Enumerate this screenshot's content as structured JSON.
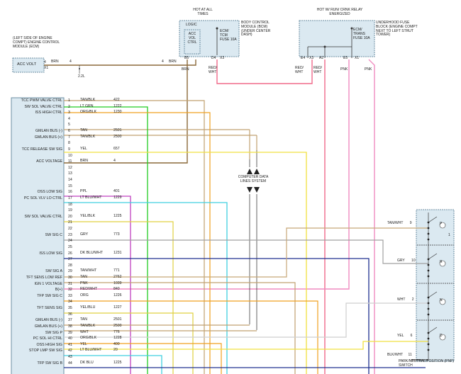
{
  "ecm_side": {
    "title": "(LEFT SIDE OF ENGINE COMPT) ENGINE CONTROL MODULE (ECM)",
    "acc_volt": "ACC VOLT",
    "pin": "X1",
    "pin_num": "4",
    "wire_color": "BRN",
    "wire_circuit": "4"
  },
  "bcm": {
    "hot_label": "HOT AT ALL TIMES",
    "title": "BODY CONTROL MODULE (BCM) (UNDER CENTER DASH)",
    "logic": "LOGIC",
    "inner": "ACC VOL CTRL",
    "fuse": "ECM/ TCM FUSE 10A",
    "pin_b": "B5",
    "pin_d": "D4",
    "conn": "X3",
    "wire_left": "BRN",
    "wire_right": "RED/ WHT",
    "splice": "2.2L",
    "brn_label": "BRN",
    "circuit": "4"
  },
  "ufb": {
    "hot_label": "HOT W/ RUN/ CRNK RELAY ENERGIZED",
    "title": "UNDERHOOD FUSE BLOCK (ENGINE COMPT NEXT TO LEFT STRUT TOWER)",
    "fuse": "ECM/ TRANS FUSE 10A",
    "pins": [
      "E4",
      "X3",
      "A2",
      "E5",
      "X1"
    ],
    "wires": [
      "RED/ WHT",
      "RED/ WHT",
      "PNK",
      "PNK"
    ]
  },
  "computer_data": "COMPUTER DATA LINES SYSTEM",
  "tcm_pins": [
    {
      "n": "1",
      "label": "TCC PWM VALVE CTRL",
      "wire": "TAN/BLK",
      "circ": "422"
    },
    {
      "n": "2",
      "label": "SW SOL VALVE CTRL",
      "wire": "LT GRN",
      "circ": "1222"
    },
    {
      "n": "3",
      "label": "ISS HIGH CTRL",
      "wire": "ORG/BLK",
      "circ": "1230"
    },
    {
      "n": "4",
      "label": "",
      "wire": "",
      "circ": ""
    },
    {
      "n": "5",
      "label": "",
      "wire": "",
      "circ": ""
    },
    {
      "n": "6",
      "label": "GMLAN BUS (-)",
      "wire": "TAN",
      "circ": "2501"
    },
    {
      "n": "7",
      "label": "GMLAN BUS (+)",
      "wire": "TAN/BLK",
      "circ": "2500"
    },
    {
      "n": "8",
      "label": "",
      "wire": "",
      "circ": ""
    },
    {
      "n": "9",
      "label": "TCC RELEASE SW SIG",
      "wire": "YEL",
      "circ": "657"
    },
    {
      "n": "10",
      "label": "",
      "wire": "",
      "circ": ""
    },
    {
      "n": "11",
      "label": "ACC VOLTAGE",
      "wire": "BRN",
      "circ": "4"
    },
    {
      "n": "12",
      "label": "",
      "wire": "",
      "circ": ""
    },
    {
      "n": "13",
      "label": "",
      "wire": "",
      "circ": ""
    },
    {
      "n": "14",
      "label": "",
      "wire": "",
      "circ": ""
    },
    {
      "n": "15",
      "label": "",
      "wire": "",
      "circ": ""
    },
    {
      "n": "16",
      "label": "OSS LOW SIG",
      "wire": "PPL",
      "circ": "401"
    },
    {
      "n": "17",
      "label": "PC SOL VLV LO CTRL",
      "wire": "LT BLU/WHT",
      "circ": "1229"
    },
    {
      "n": "18",
      "label": "",
      "wire": "",
      "circ": ""
    },
    {
      "n": "19",
      "label": "",
      "wire": "",
      "circ": ""
    },
    {
      "n": "20",
      "label": "SW SOL VALVE CTRL",
      "wire": "YEL/BLK",
      "circ": "1225"
    },
    {
      "n": "21",
      "label": "",
      "wire": "",
      "circ": ""
    },
    {
      "n": "22",
      "label": "",
      "wire": "",
      "circ": ""
    },
    {
      "n": "23",
      "label": "SW SIG C",
      "wire": "GRY",
      "circ": "773"
    },
    {
      "n": "24",
      "label": "",
      "wire": "",
      "circ": ""
    },
    {
      "n": "25",
      "label": "",
      "wire": "",
      "circ": ""
    },
    {
      "n": "26",
      "label": "ISS LOW SIG",
      "wire": "DK BLU/WHT",
      "circ": "1231"
    },
    {
      "n": "27",
      "label": "",
      "wire": "",
      "circ": ""
    },
    {
      "n": "28",
      "label": "",
      "wire": "",
      "circ": ""
    },
    {
      "n": "29",
      "label": "SW SIG A",
      "wire": "TAN/WHT",
      "circ": "771"
    },
    {
      "n": "30",
      "label": "TFT SENS LOW REF",
      "wire": "TAN",
      "circ": "2762"
    },
    {
      "n": "31",
      "label": "IGN 1 VOLTAGE",
      "wire": "PNK",
      "circ": "1039"
    },
    {
      "n": "32",
      "label": "B(+)",
      "wire": "RED/WHT",
      "circ": "840"
    },
    {
      "n": "33",
      "label": "TFP SW SIG C",
      "wire": "ORG",
      "circ": "1226"
    },
    {
      "n": "34",
      "label": "",
      "wire": "",
      "circ": ""
    },
    {
      "n": "35",
      "label": "TFT SENS SIG",
      "wire": "YEL/BLU",
      "circ": "1227"
    },
    {
      "n": "36",
      "label": "",
      "wire": "",
      "circ": ""
    },
    {
      "n": "37",
      "label": "GMLAN BUS (-)",
      "wire": "TAN",
      "circ": "2501"
    },
    {
      "n": "38",
      "label": "GMLAN BUS (+)",
      "wire": "TAN/BLK",
      "circ": "2500"
    },
    {
      "n": "39",
      "label": "SW SIG P",
      "wire": "WHT",
      "circ": "776"
    },
    {
      "n": "40",
      "label": "PC SOL HI CTRL",
      "wire": "ORG/BLK",
      "circ": "1228"
    },
    {
      "n": "41",
      "label": "OSS HIGH SIG",
      "wire": "YEL",
      "circ": "400"
    },
    {
      "n": "42",
      "label": "STOP LMP SW SIG",
      "wire": "LT BLU/WHT",
      "circ": "20"
    },
    {
      "n": "43",
      "label": "",
      "wire": "",
      "circ": ""
    },
    {
      "n": "44",
      "label": "TFP SW SIG B",
      "wire": "DK BLU",
      "circ": "1225"
    }
  ],
  "prnd": {
    "title": "PARK/NEUTRAL POSITION (PNP) SWITCH",
    "wires": [
      {
        "label": "TAN/WHT",
        "pin": "9"
      },
      {
        "label": "GRY",
        "pin": "10"
      },
      {
        "label": "WHT",
        "pin": "2"
      },
      {
        "label": "YEL",
        "pin": "6"
      },
      {
        "label": "BLK/WHT",
        "pin": "11"
      }
    ],
    "sections": [
      "P",
      "R",
      "N",
      "D",
      "1"
    ]
  },
  "colors": {
    "brown": "#8b6a3a",
    "red_wht": "#f06a8a",
    "pink": "#f08cc0",
    "green": "#22cc22",
    "orange": "#f0a020",
    "yellow": "#f0e040",
    "purple": "#c040c0",
    "light_blue": "#40d0e0",
    "gray": "#a0a0a0",
    "dark_blue": "#203090",
    "tan": "#c0a070",
    "box_fill": "#dbe9f1"
  }
}
